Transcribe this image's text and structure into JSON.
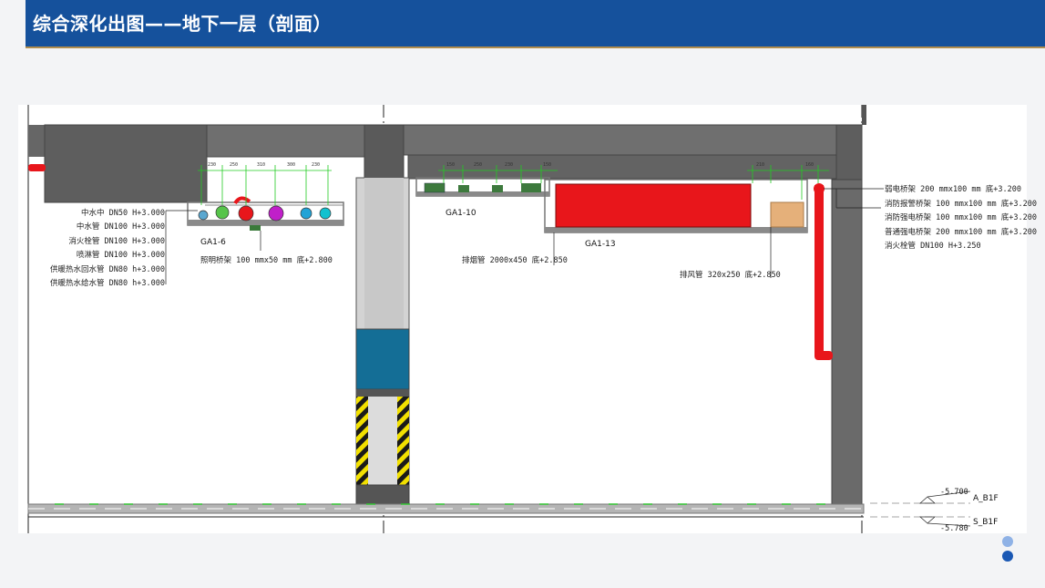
{
  "header": {
    "title": "综合深化出图——地下一层（剖面）"
  },
  "tray_tags": {
    "left": "GA1-6",
    "middle": "GA1-10",
    "right": "GA1-13"
  },
  "left_labels": [
    "中水中 DN50  H+3.000",
    "中水管 DN100  H+3.000",
    "消火栓管 DN100  H+3.000",
    "喷淋管 DN100  H+3.000",
    "供暖热水回水管 DN80  h+3.000",
    "供暖热水给水管 DN80  h+3.000"
  ],
  "callouts": {
    "lighting_tray": "照明桥架 100 mmx50 mm 底+2.800",
    "smoke_duct": "排烟管 2000x450 底+2.850",
    "exhaust_duct": "排风管 320x250 底+2.850"
  },
  "right_labels": [
    "弱电桥架 200 mmx100 mm 底+3.200",
    "消防报警桥架 100 mmx100 mm 底+3.200",
    "消防强电桥架 100 mmx100 mm 底+3.200",
    "普通强电桥架 200 mmx100 mm 底+3.200",
    "消火栓管 DN100  H+3.250"
  ],
  "dimensions": {
    "left_group": [
      "230",
      "250",
      "310",
      "300",
      "230"
    ],
    "middle_group": [
      "150",
      "250",
      "230",
      "150"
    ],
    "right_group": [
      "210",
      "160"
    ]
  },
  "levels": [
    {
      "elevation": "-5.700",
      "name": "A_B1F"
    },
    {
      "elevation": "-5.780",
      "name": "S_B1F"
    }
  ],
  "colors": {
    "header_bg": "#15519c",
    "header_accent": "#b08d4e",
    "concrete": "#6b6b6b",
    "dimension_line": "#22cc22",
    "fire_pipe": "#e8161b",
    "smoke_duct": "#e8161b",
    "exhaust_duct": "#e5b07a",
    "door_blue": "#146e96",
    "page_dot_light": "#8fb2e6",
    "page_dot_dark": "#1a58b4"
  }
}
